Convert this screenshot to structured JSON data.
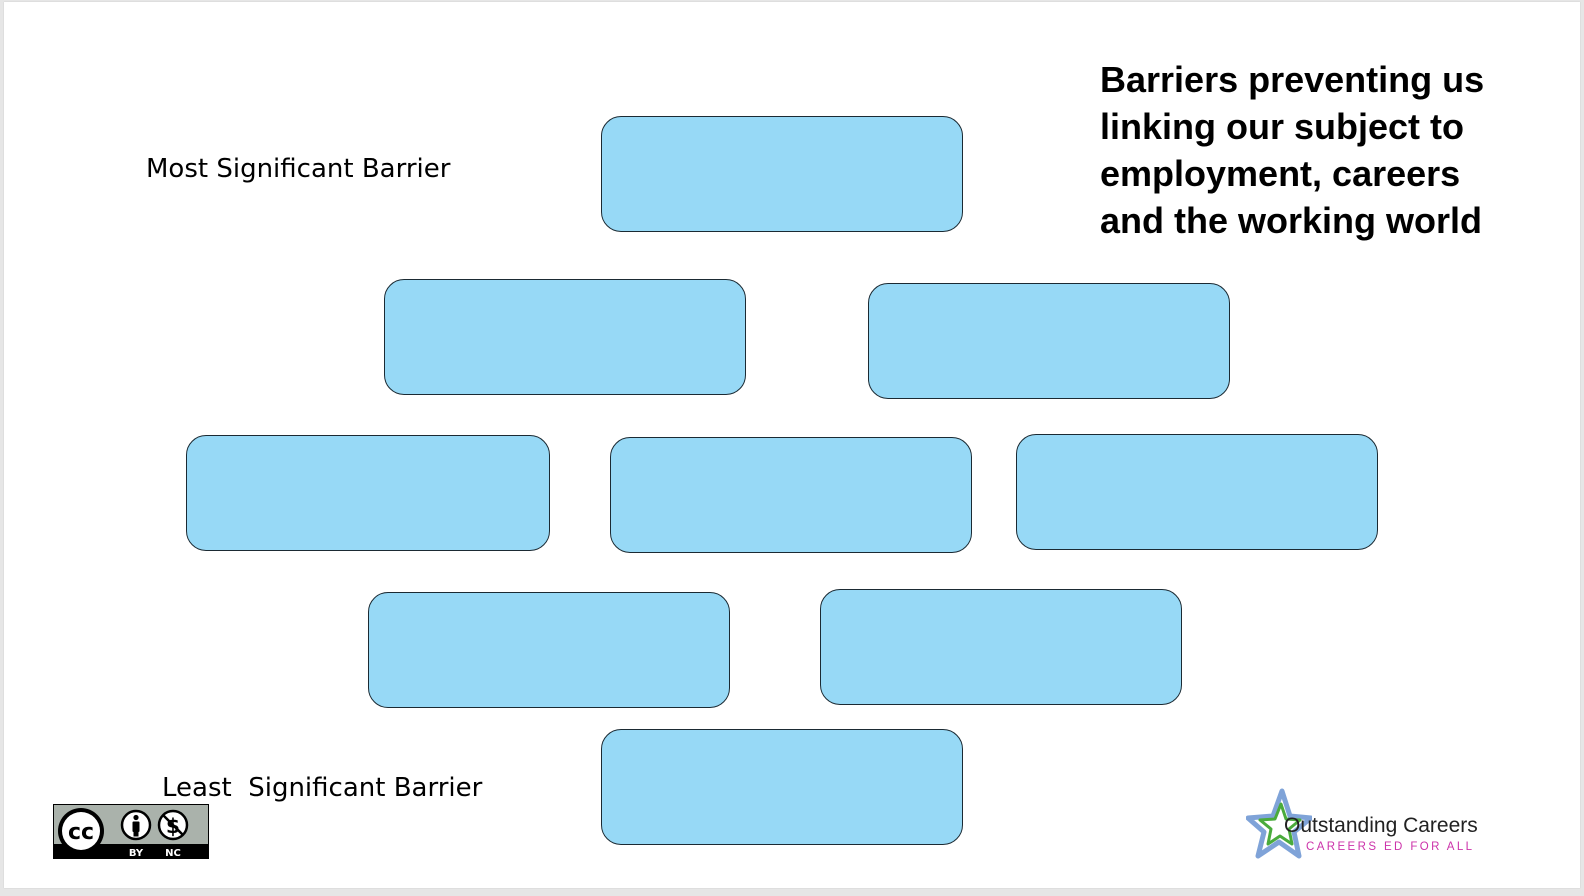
{
  "title_lines": [
    "Barriers preventing us",
    "linking our subject to",
    "employment, careers",
    "and the working world"
  ],
  "labels": {
    "top": "Most Significant Barrier",
    "bottom": "Least  Significant Barrier"
  },
  "barrier_boxes": {
    "rows": [
      1,
      2,
      3,
      2,
      1
    ],
    "fill_color": "#97d9f6",
    "border_color": "#1b2a33"
  },
  "license_badge": {
    "cc_text": "cc",
    "by_text": "BY",
    "nc_text": "NC"
  },
  "logo": {
    "name": "Outstanding Careers",
    "tagline": "CAREERS ED FOR ALL"
  }
}
